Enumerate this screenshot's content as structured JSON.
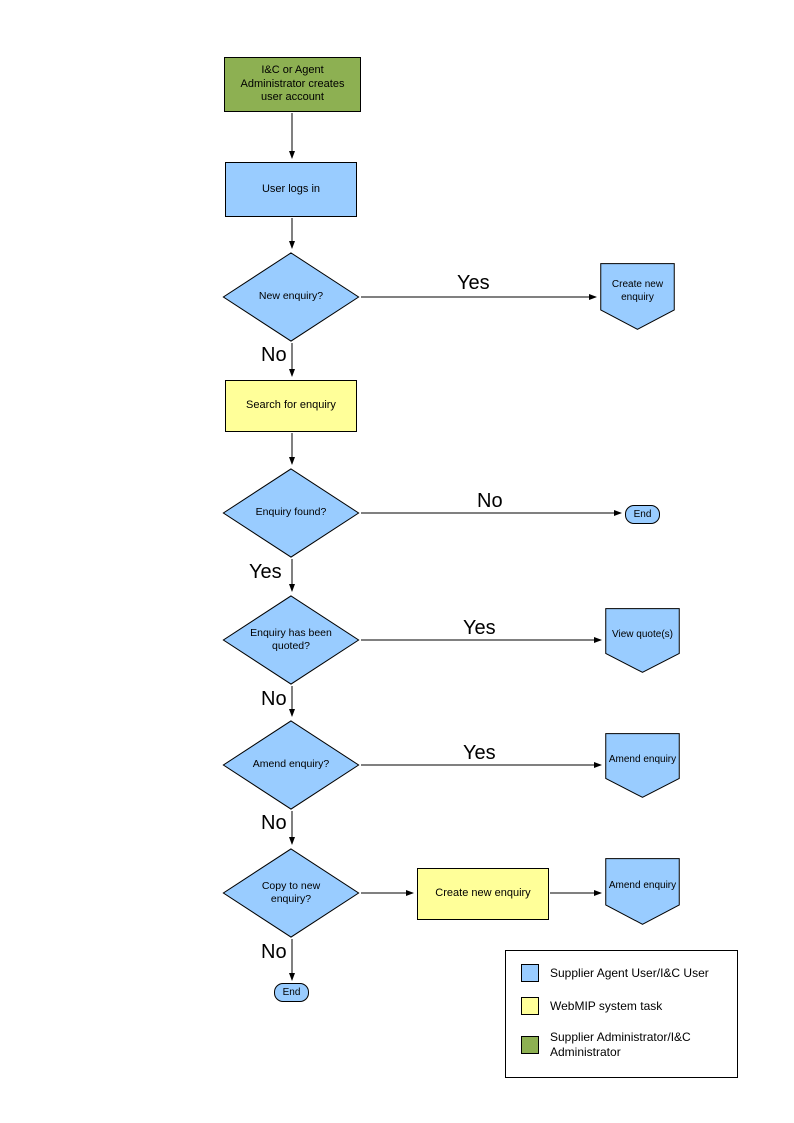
{
  "diagram": {
    "nodes": {
      "admin_creates_account": {
        "label": "I&C or Agent Administrator creates user account"
      },
      "user_logs_in": {
        "label": "User logs in"
      },
      "new_enquiry": {
        "label": "New enquiry?"
      },
      "create_new_enquiry_connector": {
        "label": "Create new enquiry"
      },
      "search_for_enquiry": {
        "label": "Search for enquiry"
      },
      "enquiry_found": {
        "label": "Enquiry found?"
      },
      "end_right": {
        "label": "End"
      },
      "enquiry_quoted": {
        "label": "Enquiry has been quoted?"
      },
      "view_quotes": {
        "label": "View quote(s)"
      },
      "amend_enquiry_question": {
        "label": "Amend enquiry?"
      },
      "amend_enquiry_connector_1": {
        "label": "Amend enquiry"
      },
      "copy_to_new_enquiry": {
        "label": "Copy to new enquiry?"
      },
      "create_new_enquiry_task": {
        "label": "Create new enquiry"
      },
      "amend_enquiry_connector_2": {
        "label": "Amend enquiry"
      },
      "end_bottom": {
        "label": "End"
      }
    },
    "edge_labels": {
      "yes_new_enquiry": "Yes",
      "no_new_enquiry": "No",
      "no_enquiry_found": "No",
      "yes_enquiry_found": "Yes",
      "yes_quoted": "Yes",
      "no_quoted": "No",
      "yes_amend": "Yes",
      "no_amend": "No",
      "no_copy": "No"
    },
    "colors": {
      "actor_blue": "#99CCFF",
      "task_yellow": "#FFFF99",
      "admin_green": "#8DB052",
      "outline": "#000000",
      "background": "#FFFFFF"
    },
    "legend": {
      "items": [
        {
          "color": "#99CCFF",
          "label": "Supplier Agent User/I&C User"
        },
        {
          "color": "#FFFF99",
          "label": "WebMIP system task"
        },
        {
          "color": "#8DB052",
          "label": "Supplier Administrator/I&C Administrator"
        }
      ]
    }
  }
}
